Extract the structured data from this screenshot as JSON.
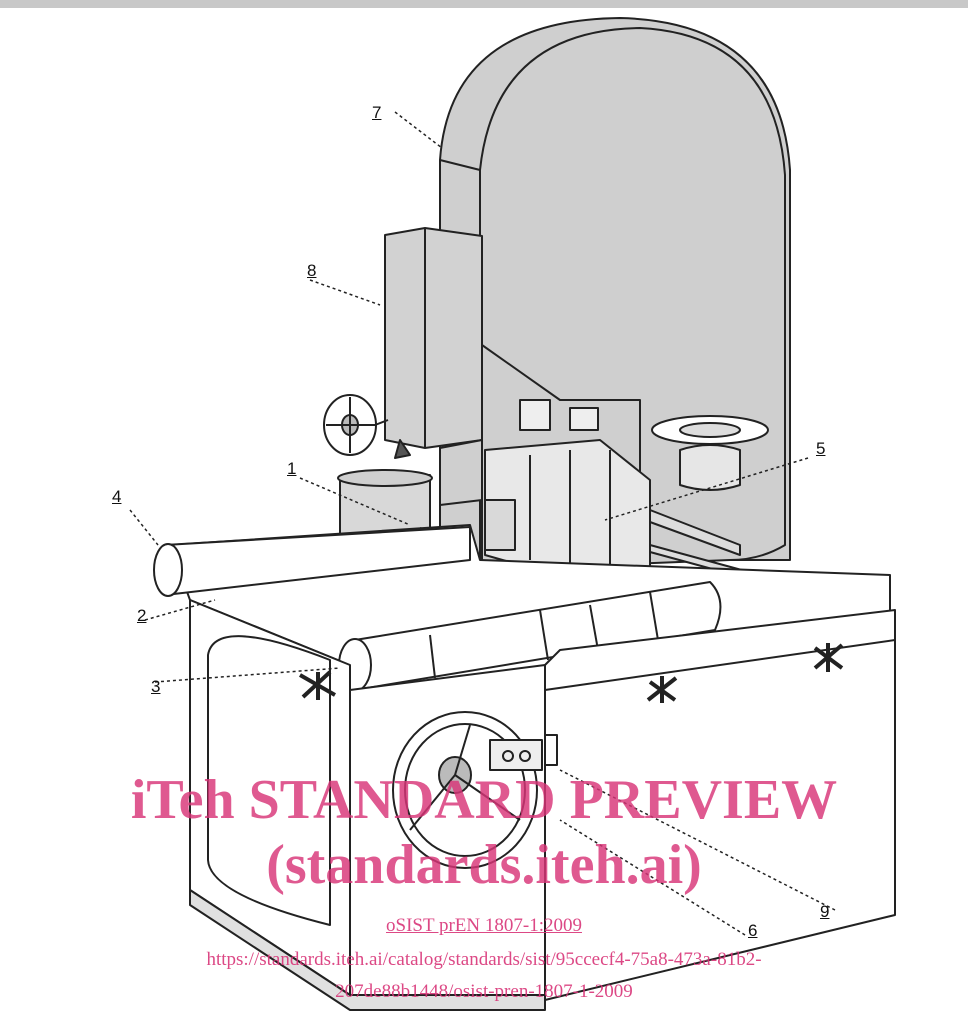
{
  "callouts": [
    "1",
    "2",
    "3",
    "4",
    "5",
    "6",
    "7",
    "8",
    "9"
  ],
  "watermark": {
    "title": "iTeh STANDARD PREVIEW",
    "subtitle": "(standards.iteh.ai)",
    "doc_id": "oSIST prEN 1807-1:2009",
    "url_line1": "https://standards.iteh.ai/catalog/standards/sist/95ccecf4-75a8-473a-81b2-",
    "url_line2": "207de88b1448/osist-pren-1807-1-2009"
  },
  "colors": {
    "machine_fill": "#cfcfcf",
    "outline": "#222222",
    "watermark": "#d83478",
    "frame_bar": "#c8c8c8"
  }
}
